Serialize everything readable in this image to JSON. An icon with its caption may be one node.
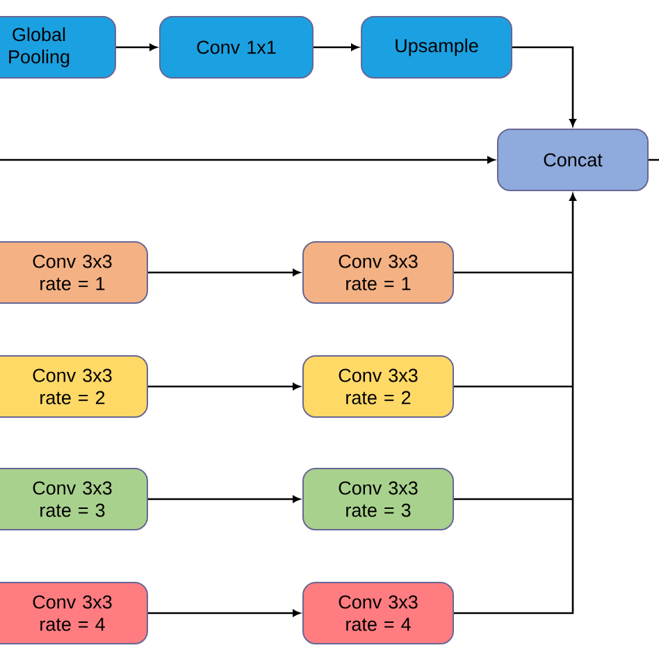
{
  "diagram": {
    "nodes": [
      {
        "text": [
          "Global Pooling"
        ]
      },
      {
        "text": [
          "Conv 1x1"
        ]
      },
      {
        "text": [
          "Upsample"
        ]
      },
      {
        "text": [
          "Concat"
        ]
      },
      {
        "text": [
          "Conv 3x3 rate = 1"
        ]
      },
      {
        "text": [
          "Conv 3x3 rate = 1"
        ]
      },
      {
        "text": [
          "Conv 3x3 rate = 2"
        ]
      },
      {
        "text": [
          "Conv 3x3 rate = 2"
        ]
      },
      {
        "text": [
          "Conv 3x3 rate = 3"
        ]
      },
      {
        "text": [
          "Conv 3x3 rate = 3"
        ]
      },
      {
        "text": [
          "Conv 3x3 rate = 4"
        ]
      },
      {
        "text": [
          "Conv 3x3 rate = 4"
        ]
      }
    ],
    "edges": [
      {
        "from": 0,
        "to": 1,
        "arrow": "to"
      },
      {
        "from": 1,
        "to": 2,
        "arrow": "to"
      },
      {
        "from": 2,
        "to": 3,
        "arrow": "to"
      },
      {
        "from": null,
        "to": 3,
        "arrow": "to"
      },
      {
        "from": 3,
        "to": null,
        "arrow": "none"
      },
      {
        "from": 4,
        "to": 5,
        "arrow": "to"
      },
      {
        "from": 6,
        "to": 7,
        "arrow": "to"
      },
      {
        "from": 8,
        "to": 9,
        "arrow": "to"
      },
      {
        "from": 10,
        "to": 11,
        "arrow": "to"
      },
      {
        "from": 5,
        "to": 3,
        "arrow": "to"
      },
      {
        "from": 7,
        "to": 3,
        "arrow": "to"
      },
      {
        "from": 9,
        "to": 3,
        "arrow": "to"
      },
      {
        "from": 11,
        "to": 3,
        "arrow": "to"
      }
    ]
  }
}
